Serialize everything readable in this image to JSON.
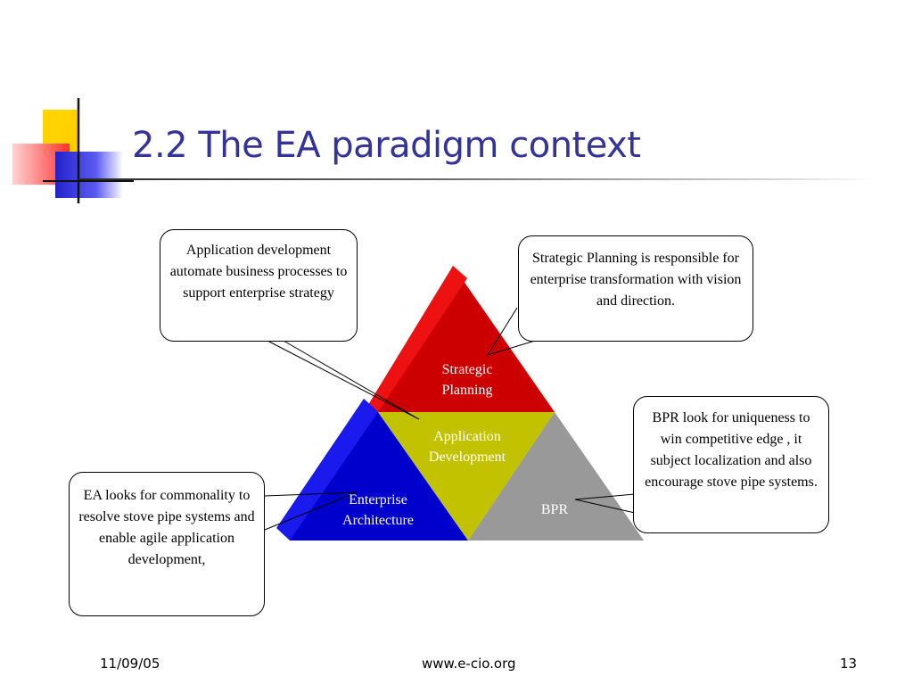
{
  "slide": {
    "title": "2.2 The EA paradigm context",
    "accent_colors": {
      "title": "#333399",
      "yellow": "#ffcc00",
      "red": "#ff3b3b",
      "blue": "#2b2bd6"
    }
  },
  "diagram": {
    "segments": [
      {
        "key": "strategic",
        "label": "Strategic\nPlanning",
        "color": "#cc0000"
      },
      {
        "key": "appdev",
        "label": "Application\nDevelopment",
        "color": "#c2c200"
      },
      {
        "key": "ea",
        "label": "Enterprise\nArchitecture",
        "color": "#0000cc"
      },
      {
        "key": "bpr",
        "label": "BPR",
        "color": "#999999"
      }
    ],
    "callouts": {
      "appdev": "Application development automate business processes to support enterprise strategy",
      "strategic": "Strategic Planning is responsible for enterprise transformation with vision and direction.",
      "bpr": "BPR look for uniqueness  to win competitive edge , it subject localization and also encourage stove pipe systems.",
      "ea": "EA looks for commonality to resolve stove pipe systems and enable agile application development,"
    }
  },
  "footer": {
    "date": "11/09/05",
    "url": "www.e-cio.org",
    "page": "13"
  }
}
